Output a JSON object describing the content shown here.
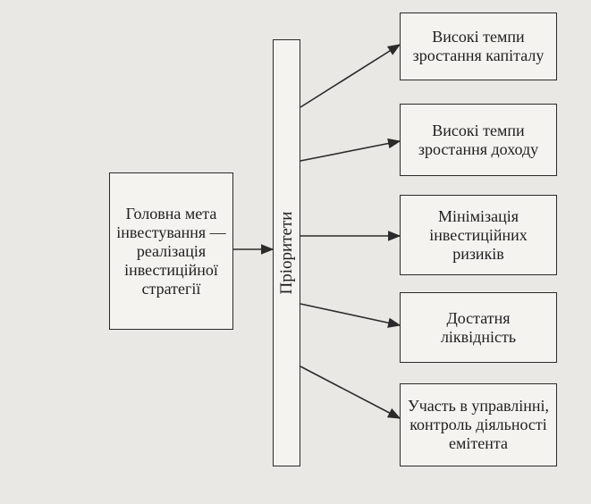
{
  "main_goal": "Головна мета\nінвестування —\nреалізація\nінвестиційної\nстратегії",
  "priorities_label": "Пріоритети",
  "targets": [
    "Високі темпи\nзростання капіталу",
    "Високі темпи\nзростання доходу",
    "Мінімізація\nінвестиційних\nризиків",
    "Достатня\nліквідність",
    "Участь в управлінні,\nконтроль діяльності\nемітента"
  ],
  "colors": {
    "line": "#2a2a2a",
    "paper": "#e9e8e4",
    "box": "#f4f3f0"
  }
}
